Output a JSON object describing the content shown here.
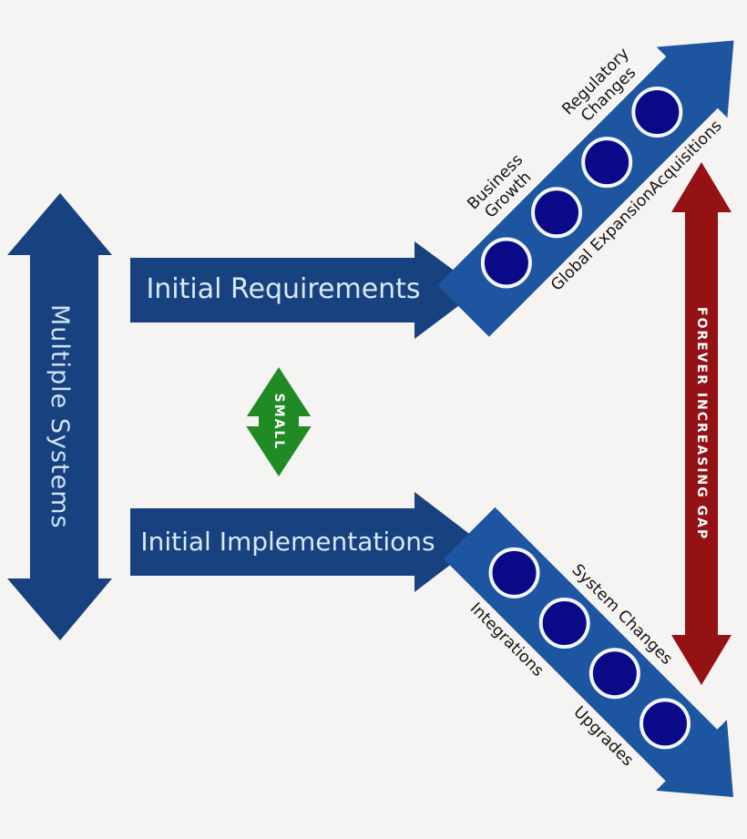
{
  "diagram": {
    "left_arrow_label": "Multiple Systems",
    "requirements_label": "Initial Requirements",
    "implementations_label": "Initial Implementations",
    "small_gap_label": "SMALL",
    "gap_label": "FOREVER INCREASING GAP",
    "growth": {
      "business_growth": "Business Growth",
      "regulatory_changes": "Regulatory Changes",
      "global_expansion": "Global Expansion",
      "acquisitions": "Acquisitions",
      "circle_count": 4
    },
    "maintenance": {
      "system_changes": "System Changes",
      "integrations": "Integrations",
      "upgrades": "Upgrades",
      "circle_count": 4
    },
    "colors": {
      "background": "#f5f4f2",
      "arrow_blue": "#17417f",
      "band_blue": "#1d55a0",
      "circle_navy": "#0a0a88",
      "circle_ring": "#f3f7fb",
      "gap_red": "#941114",
      "small_green": "#208b25",
      "arrow_text": "#d9e9f8",
      "diag_text": "#141414"
    }
  }
}
